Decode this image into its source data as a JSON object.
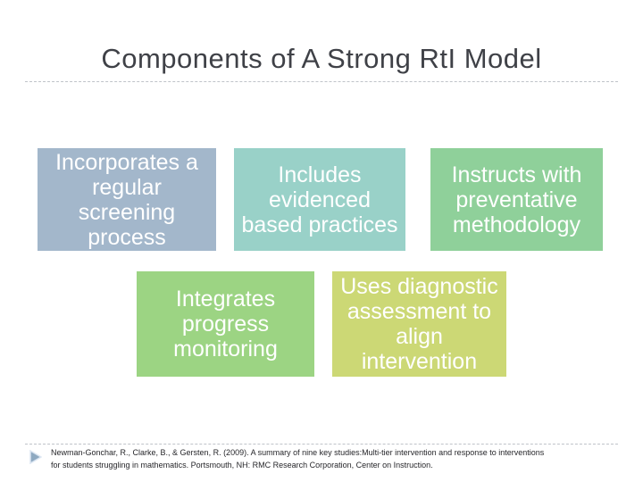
{
  "slide": {
    "title": "Components of A Strong RtI Model",
    "boxes": [
      {
        "label": "Incorporates a\nregular\nscreening\nprocess",
        "color": "#a3b7cb"
      },
      {
        "label": "Includes\nevidenced\nbased practices",
        "color": "#99d1c8"
      },
      {
        "label": "Instructs with\npreventative\nmethodology",
        "color": "#8fd09a"
      },
      {
        "label": "Integrates\nprogress\nmonitoring",
        "color": "#9cd483"
      },
      {
        "label": "Uses diagnostic\nassessment to\nalign\nintervention",
        "color": "#ccd875"
      }
    ],
    "citation": "Newman-Gonchar, R., Clarke, B., & Gersten, R. (2009). A summary of nine key studies:Multi-tier intervention and response to interventions\nfor students struggling in mathematics. Portsmouth, NH: RMC Research Corporation, Center on Instruction.",
    "colors": {
      "title_text": "#3f4147",
      "box_text": "#ffffff",
      "divider": "#bfc3c9",
      "bullet_fill": "#8ea9c1",
      "bullet_stroke": "#dce6f2",
      "citation_text": "#26262a"
    }
  }
}
